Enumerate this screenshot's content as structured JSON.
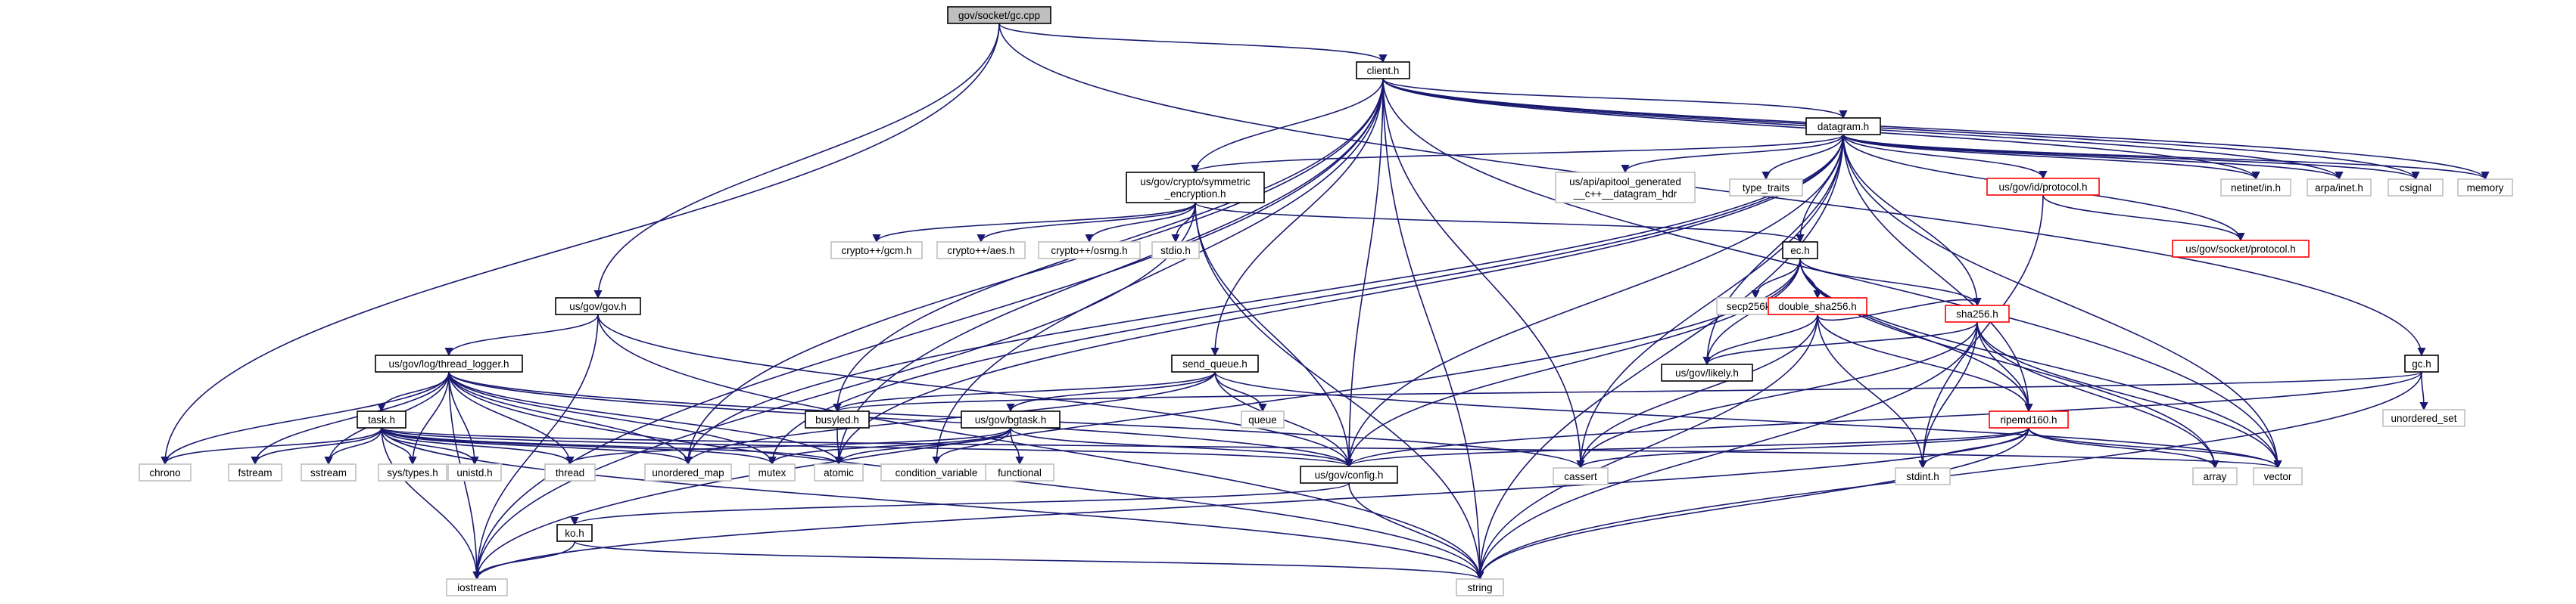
{
  "graph": {
    "type": "include-dependency-graph",
    "colors": {
      "edge": "#191970",
      "node_border_documented": "#000000",
      "node_border_incomplete": "#ff0000",
      "node_border_external": "#bfbfbf",
      "node_fill_root": "#bfbfbf",
      "node_fill": "#ffffff",
      "text": "#000000"
    },
    "nodes": [
      {
        "id": "gc_cpp",
        "label": "gov/socket/gc.cpp",
        "kind": "root"
      },
      {
        "id": "client_h",
        "label": "client.h",
        "kind": "doc"
      },
      {
        "id": "chrono",
        "label": "chrono",
        "kind": "ext"
      },
      {
        "id": "gov_h",
        "label": "us/gov/gov.h",
        "kind": "doc"
      },
      {
        "id": "gc_h",
        "label": "gc.h",
        "kind": "doc"
      },
      {
        "id": "datagram_h",
        "label": "datagram.h",
        "kind": "doc"
      },
      {
        "id": "symenc_h",
        "label": [
          "us/gov/crypto/symmetric",
          "_encryption.h"
        ],
        "kind": "doc"
      },
      {
        "id": "apitool_hdr",
        "label": [
          "us/api/apitool_generated",
          "__c++__datagram_hdr"
        ],
        "kind": "ext"
      },
      {
        "id": "type_traits",
        "label": "type_traits",
        "kind": "ext"
      },
      {
        "id": "id_protocol",
        "label": "us/gov/id/protocol.h",
        "kind": "inc"
      },
      {
        "id": "netinet_in",
        "label": "netinet/in.h",
        "kind": "ext"
      },
      {
        "id": "arpa_inet",
        "label": "arpa/inet.h",
        "kind": "ext"
      },
      {
        "id": "csignal",
        "label": "csignal",
        "kind": "ext"
      },
      {
        "id": "memory",
        "label": "memory",
        "kind": "ext"
      },
      {
        "id": "socket_protocol",
        "label": "us/gov/socket/protocol.h",
        "kind": "inc"
      },
      {
        "id": "gcm_h",
        "label": "crypto++/gcm.h",
        "kind": "ext"
      },
      {
        "id": "aes_h",
        "label": "crypto++/aes.h",
        "kind": "ext"
      },
      {
        "id": "osrng_h",
        "label": "crypto++/osrng.h",
        "kind": "ext"
      },
      {
        "id": "stdio_h",
        "label": "stdio.h",
        "kind": "ext"
      },
      {
        "id": "ec_h",
        "label": "ec.h",
        "kind": "doc"
      },
      {
        "id": "secp_h",
        "label": "secp256k1.h",
        "kind": "ext"
      },
      {
        "id": "dsha_h",
        "label": "double_sha256.h",
        "kind": "inc"
      },
      {
        "id": "sha_h",
        "label": "sha256.h",
        "kind": "inc"
      },
      {
        "id": "logger_h",
        "label": "us/gov/log/thread_logger.h",
        "kind": "doc"
      },
      {
        "id": "send_queue_h",
        "label": "send_queue.h",
        "kind": "doc"
      },
      {
        "id": "likely_h",
        "label": "us/gov/likely.h",
        "kind": "doc"
      },
      {
        "id": "unordered_set",
        "label": "unordered_set",
        "kind": "ext"
      },
      {
        "id": "task_h",
        "label": "task.h",
        "kind": "doc"
      },
      {
        "id": "busyled_h",
        "label": "busyled.h",
        "kind": "doc"
      },
      {
        "id": "bgtask_h",
        "label": "us/gov/bgtask.h",
        "kind": "doc"
      },
      {
        "id": "queue",
        "label": "queue",
        "kind": "ext"
      },
      {
        "id": "ripemd_h",
        "label": "ripemd160.h",
        "kind": "inc"
      },
      {
        "id": "chrono2",
        "label": "chrono",
        "kind": "ext"
      },
      {
        "id": "fstream",
        "label": "fstream",
        "kind": "ext"
      },
      {
        "id": "sstream",
        "label": "sstream",
        "kind": "ext"
      },
      {
        "id": "sys_types",
        "label": "sys/types.h",
        "kind": "ext"
      },
      {
        "id": "unistd",
        "label": "unistd.h",
        "kind": "ext"
      },
      {
        "id": "thread",
        "label": "thread",
        "kind": "ext"
      },
      {
        "id": "unordered_map",
        "label": "unordered_map",
        "kind": "ext"
      },
      {
        "id": "mutex",
        "label": "mutex",
        "kind": "ext"
      },
      {
        "id": "atomic",
        "label": "atomic",
        "kind": "ext"
      },
      {
        "id": "condvar",
        "label": "condition_variable",
        "kind": "ext"
      },
      {
        "id": "functional",
        "label": "functional",
        "kind": "ext"
      },
      {
        "id": "config_h",
        "label": "us/gov/config.h",
        "kind": "doc"
      },
      {
        "id": "cassert",
        "label": "cassert",
        "kind": "ext"
      },
      {
        "id": "stdint",
        "label": "stdint.h",
        "kind": "ext"
      },
      {
        "id": "array",
        "label": "array",
        "kind": "ext"
      },
      {
        "id": "vector",
        "label": "vector",
        "kind": "ext"
      },
      {
        "id": "ko_h",
        "label": "ko.h",
        "kind": "doc"
      },
      {
        "id": "iostream",
        "label": "iostream",
        "kind": "ext"
      },
      {
        "id": "string",
        "label": "string",
        "kind": "ext"
      }
    ],
    "edges": [
      [
        "gc_cpp",
        "client_h"
      ],
      [
        "gc_cpp",
        "chrono"
      ],
      [
        "gc_cpp",
        "gov_h"
      ],
      [
        "gc_cpp",
        "gc_h"
      ],
      [
        "client_h",
        "datagram_h"
      ],
      [
        "client_h",
        "symenc_h"
      ],
      [
        "client_h",
        "netinet_in"
      ],
      [
        "client_h",
        "arpa_inet"
      ],
      [
        "client_h",
        "csignal"
      ],
      [
        "client_h",
        "memory"
      ],
      [
        "client_h",
        "vector"
      ],
      [
        "client_h",
        "iostream"
      ],
      [
        "client_h",
        "unordered_map"
      ],
      [
        "client_h",
        "atomic"
      ],
      [
        "client_h",
        "busyled_h"
      ],
      [
        "client_h",
        "condvar"
      ],
      [
        "client_h",
        "send_queue_h"
      ],
      [
        "client_h",
        "config_h"
      ],
      [
        "client_h",
        "string"
      ],
      [
        "client_h",
        "cassert"
      ],
      [
        "datagram_h",
        "symenc_h"
      ],
      [
        "datagram_h",
        "apitool_hdr"
      ],
      [
        "datagram_h",
        "type_traits"
      ],
      [
        "datagram_h",
        "id_protocol"
      ],
      [
        "datagram_h",
        "netinet_in"
      ],
      [
        "datagram_h",
        "arpa_inet"
      ],
      [
        "datagram_h",
        "csignal"
      ],
      [
        "datagram_h",
        "memory"
      ],
      [
        "datagram_h",
        "socket_protocol"
      ],
      [
        "datagram_h",
        "ec_h"
      ],
      [
        "datagram_h",
        "sha_h"
      ],
      [
        "datagram_h",
        "ripemd_h"
      ],
      [
        "datagram_h",
        "likely_h"
      ],
      [
        "datagram_h",
        "cassert"
      ],
      [
        "datagram_h",
        "config_h"
      ],
      [
        "datagram_h",
        "unordered_map"
      ],
      [
        "datagram_h",
        "mutex"
      ],
      [
        "datagram_h",
        "atomic"
      ],
      [
        "datagram_h",
        "vector"
      ],
      [
        "datagram_h",
        "string"
      ],
      [
        "id_protocol",
        "socket_protocol"
      ],
      [
        "id_protocol",
        "stdint"
      ],
      [
        "symenc_h",
        "gcm_h"
      ],
      [
        "symenc_h",
        "aes_h"
      ],
      [
        "symenc_h",
        "osrng_h"
      ],
      [
        "symenc_h",
        "stdio_h"
      ],
      [
        "symenc_h",
        "ec_h"
      ],
      [
        "symenc_h",
        "iostream"
      ],
      [
        "symenc_h",
        "config_h"
      ],
      [
        "symenc_h",
        "string"
      ],
      [
        "ec_h",
        "secp_h"
      ],
      [
        "ec_h",
        "dsha_h"
      ],
      [
        "ec_h",
        "sha_h"
      ],
      [
        "ec_h",
        "ripemd_h"
      ],
      [
        "ec_h",
        "likely_h"
      ],
      [
        "ec_h",
        "config_h"
      ],
      [
        "ec_h",
        "array"
      ],
      [
        "ec_h",
        "vector"
      ],
      [
        "ec_h",
        "iostream"
      ],
      [
        "dsha_h",
        "sha_h"
      ],
      [
        "dsha_h",
        "ripemd_h"
      ],
      [
        "dsha_h",
        "likely_h"
      ],
      [
        "dsha_h",
        "stdint"
      ],
      [
        "dsha_h",
        "string"
      ],
      [
        "dsha_h",
        "cassert"
      ],
      [
        "sha_h",
        "ripemd_h"
      ],
      [
        "sha_h",
        "likely_h"
      ],
      [
        "sha_h",
        "stdint"
      ],
      [
        "sha_h",
        "array"
      ],
      [
        "sha_h",
        "vector"
      ],
      [
        "sha_h",
        "string"
      ],
      [
        "sha_h",
        "cassert"
      ],
      [
        "ripemd_h",
        "stdint"
      ],
      [
        "ripemd_h",
        "array"
      ],
      [
        "ripemd_h",
        "vector"
      ],
      [
        "ripemd_h",
        "string"
      ],
      [
        "ripemd_h",
        "cassert"
      ],
      [
        "ripemd_h",
        "iostream"
      ],
      [
        "ripemd_h",
        "config_h"
      ],
      [
        "gov_h",
        "logger_h"
      ],
      [
        "gov_h",
        "config_h"
      ],
      [
        "gov_h",
        "iostream"
      ],
      [
        "gov_h",
        "string"
      ],
      [
        "logger_h",
        "task_h"
      ],
      [
        "logger_h",
        "chrono2"
      ],
      [
        "logger_h",
        "fstream"
      ],
      [
        "logger_h",
        "sstream"
      ],
      [
        "logger_h",
        "sys_types"
      ],
      [
        "logger_h",
        "unistd"
      ],
      [
        "logger_h",
        "thread"
      ],
      [
        "logger_h",
        "unordered_map"
      ],
      [
        "logger_h",
        "mutex"
      ],
      [
        "logger_h",
        "atomic"
      ],
      [
        "logger_h",
        "config_h"
      ],
      [
        "logger_h",
        "cassert"
      ],
      [
        "logger_h",
        "iostream"
      ],
      [
        "logger_h",
        "string"
      ],
      [
        "task_h",
        "chrono2"
      ],
      [
        "task_h",
        "fstream"
      ],
      [
        "task_h",
        "sstream"
      ],
      [
        "task_h",
        "sys_types"
      ],
      [
        "task_h",
        "unistd"
      ],
      [
        "task_h",
        "thread"
      ],
      [
        "task_h",
        "unordered_map"
      ],
      [
        "task_h",
        "mutex"
      ],
      [
        "task_h",
        "atomic"
      ],
      [
        "task_h",
        "config_h"
      ],
      [
        "task_h",
        "vector"
      ],
      [
        "task_h",
        "iostream"
      ],
      [
        "task_h",
        "string"
      ],
      [
        "send_queue_h",
        "busyled_h"
      ],
      [
        "send_queue_h",
        "bgtask_h"
      ],
      [
        "send_queue_h",
        "queue"
      ],
      [
        "send_queue_h",
        "config_h"
      ],
      [
        "send_queue_h",
        "unordered_map"
      ],
      [
        "send_queue_h",
        "vector"
      ],
      [
        "busyled_h",
        "atomic"
      ],
      [
        "bgtask_h",
        "thread"
      ],
      [
        "bgtask_h",
        "mutex"
      ],
      [
        "bgtask_h",
        "atomic"
      ],
      [
        "bgtask_h",
        "condvar"
      ],
      [
        "bgtask_h",
        "functional"
      ],
      [
        "bgtask_h",
        "config_h"
      ],
      [
        "gc_h",
        "unordered_set"
      ],
      [
        "gc_h",
        "config_h"
      ],
      [
        "gc_h",
        "string"
      ],
      [
        "gc_h",
        "busyled_h"
      ],
      [
        "config_h",
        "ko_h"
      ],
      [
        "config_h",
        "string"
      ],
      [
        "ko_h",
        "iostream"
      ],
      [
        "ko_h",
        "string"
      ]
    ]
  }
}
